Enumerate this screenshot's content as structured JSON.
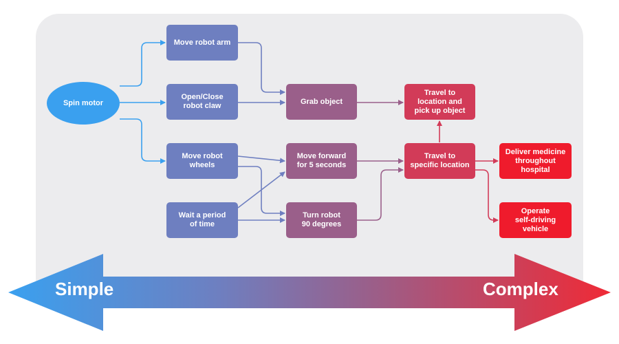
{
  "nodes": {
    "spin_motor": "Spin motor",
    "move_robot_arm": "Move robot arm",
    "open_close_claw": "Open/Close\nrobot claw",
    "move_robot_wheels": "Move robot\nwheels",
    "wait_period": "Wait a period\nof time",
    "grab_object": "Grab object",
    "move_forward": "Move forward\nfor 5 seconds",
    "turn_robot": "Turn robot\n90 degrees",
    "travel_pickup": "Travel to\nlocation and\npick up object",
    "travel_specific": "Travel to\nspecific location",
    "deliver_medicine": "Deliver medicine\nthroughout\nhospital",
    "self_driving": "Operate\nself-driving\nvehicle"
  },
  "scale": {
    "left_label": "Simple",
    "right_label": "Complex",
    "left_color": "#3aa0ef",
    "right_color": "#ef2a36"
  },
  "colors": {
    "level1": "#3aa0ef",
    "level2": "#6e7fc0",
    "level3": "#9a5f8a",
    "level4": "#d23b58",
    "level5": "#ef1b2c",
    "panel": "#ececee"
  }
}
